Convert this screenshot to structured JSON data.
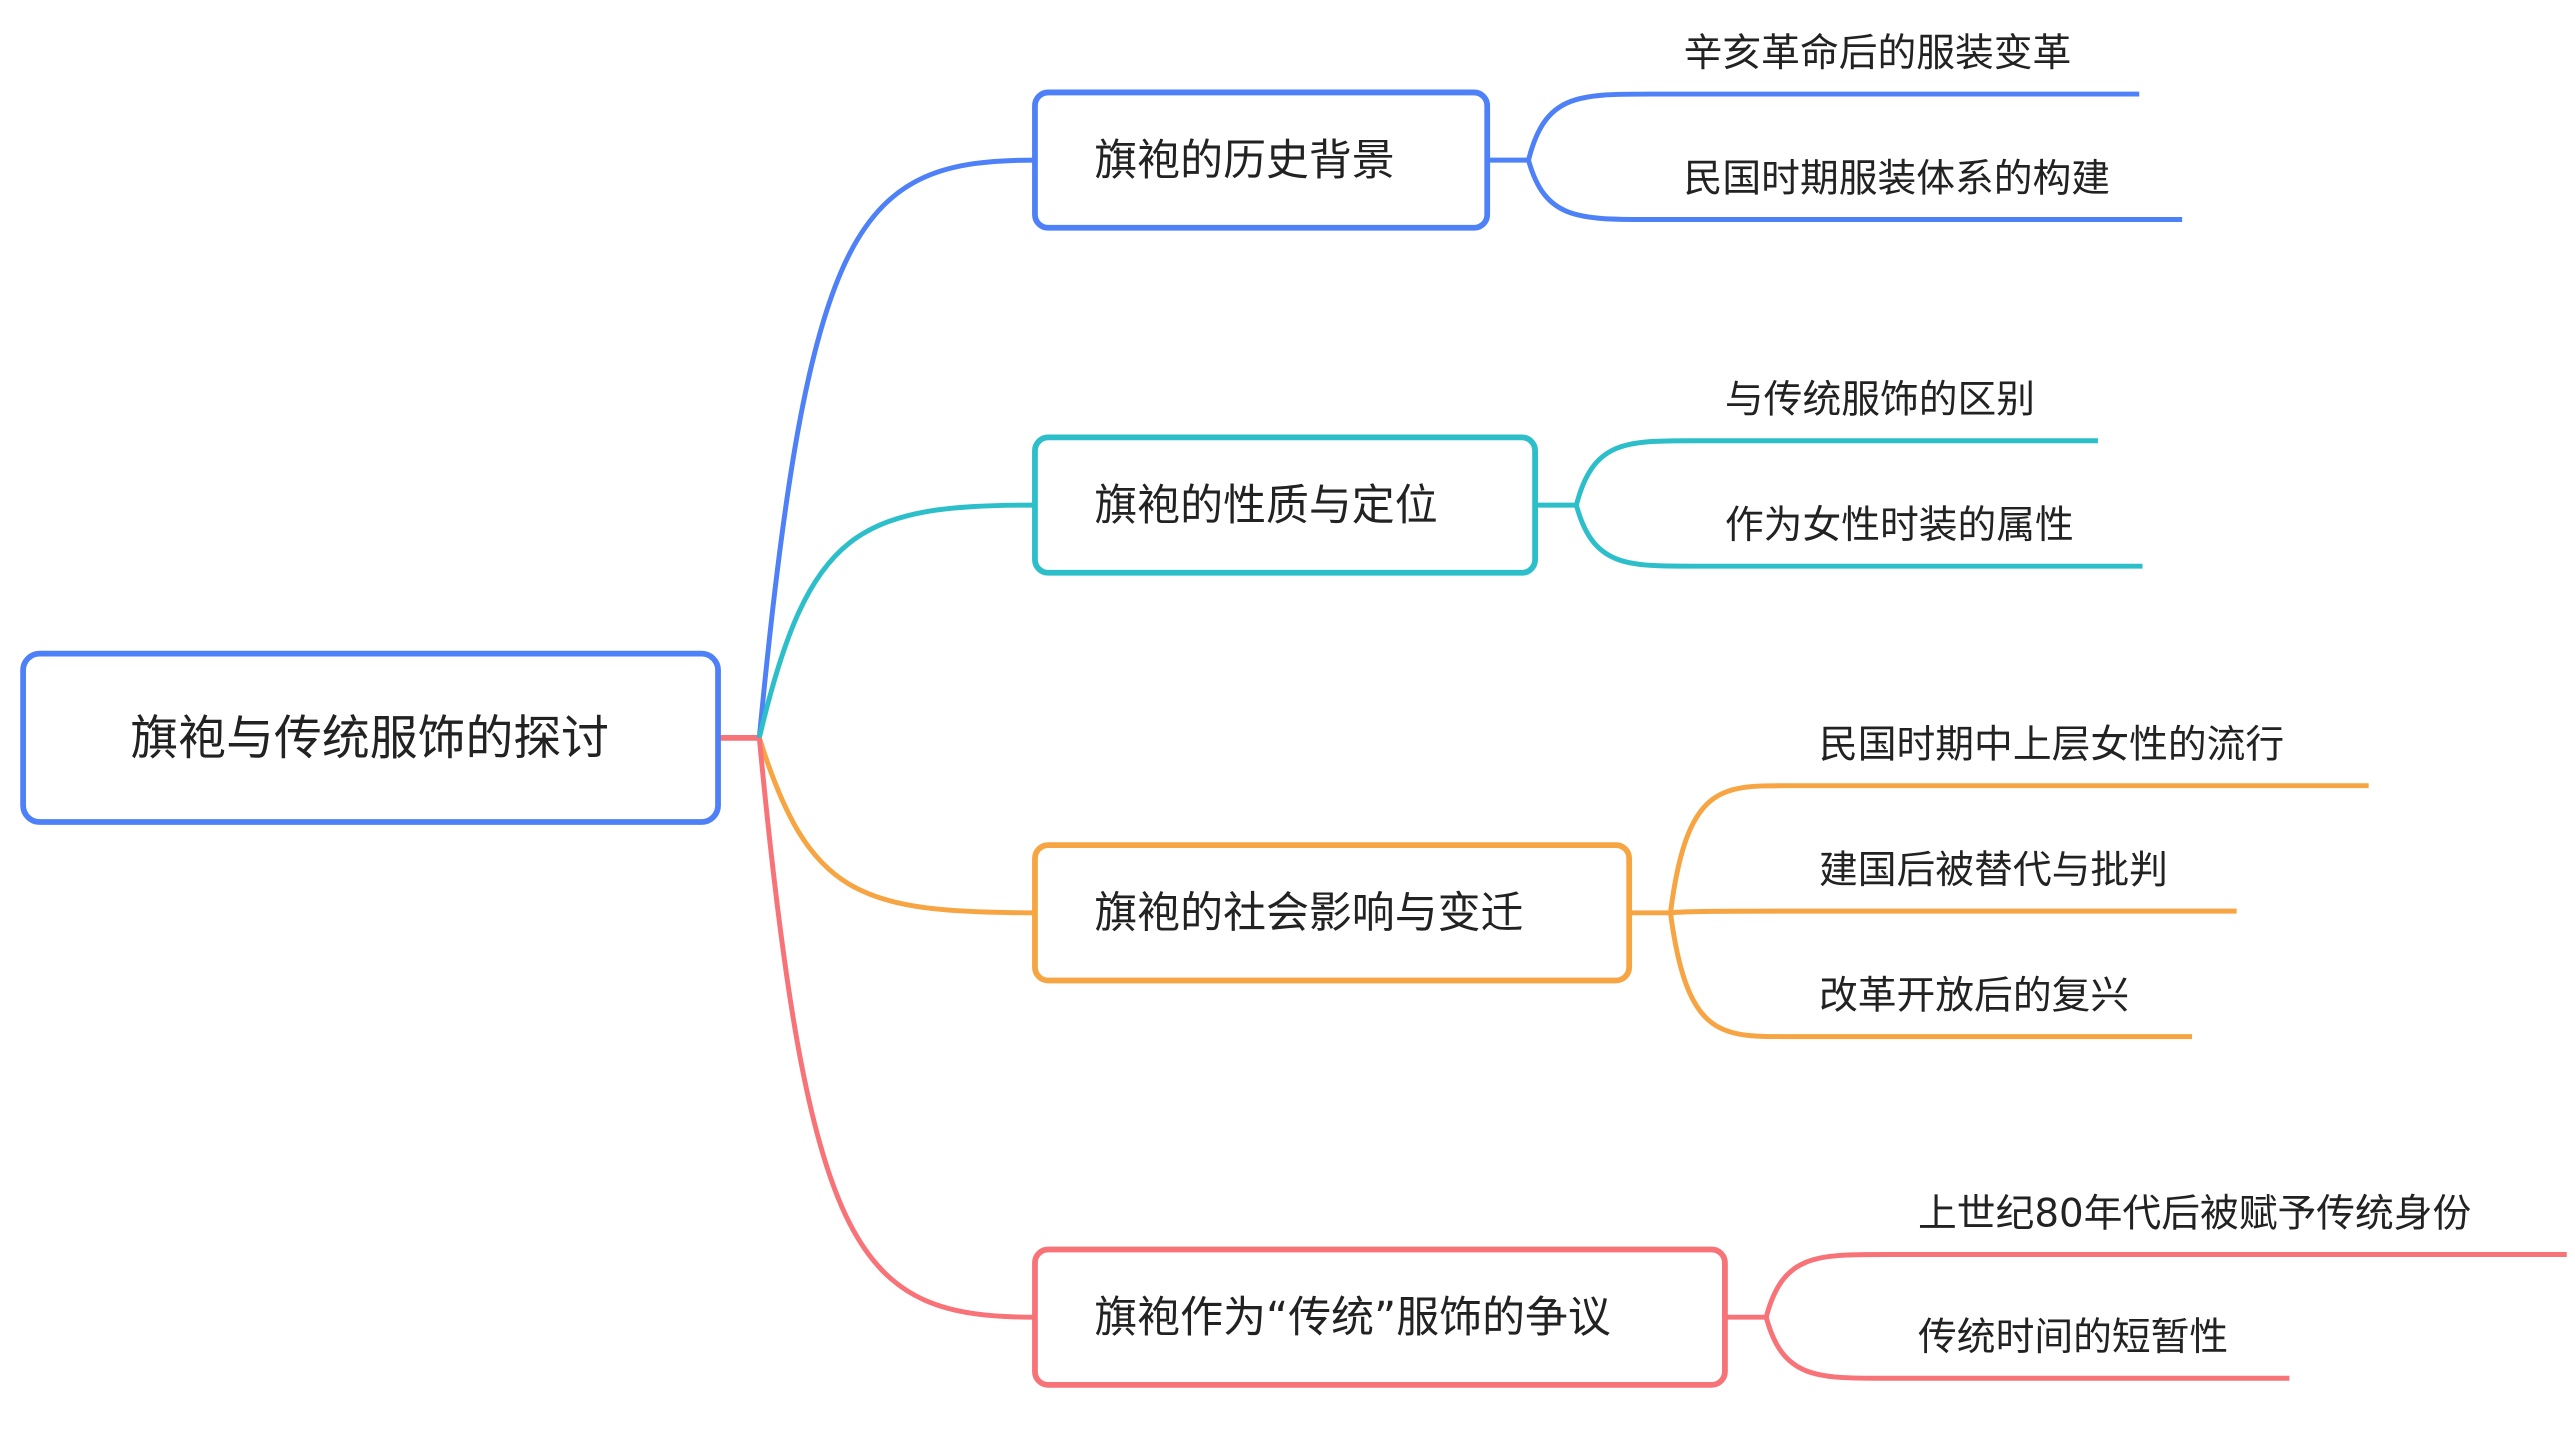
{
  "root": {
    "label": "旗袍与传统服饰的探讨",
    "color": "#4E80F7",
    "stub_color": "#F77378"
  },
  "branches": [
    {
      "label": "旗袍的历史背景",
      "color": "#4E80F7",
      "children": [
        "辛亥革命后的服装变革",
        "民国时期服装体系的构建"
      ]
    },
    {
      "label": "旗袍的性质与定位",
      "color": "#2CBFCA",
      "children": [
        "与传统服饰的区别",
        "作为女性时装的属性"
      ]
    },
    {
      "label": "旗袍的社会影响与变迁",
      "color": "#F7A443",
      "children": [
        "民国时期中上层女性的流行",
        "建国后被替代与批判",
        "改革开放后的复兴"
      ]
    },
    {
      "label": "旗袍作为“传统”服饰的争议",
      "color": "#F77378",
      "children": [
        "上世纪80年代后被赋予传统身份",
        "传统时间的短暂性"
      ]
    }
  ]
}
